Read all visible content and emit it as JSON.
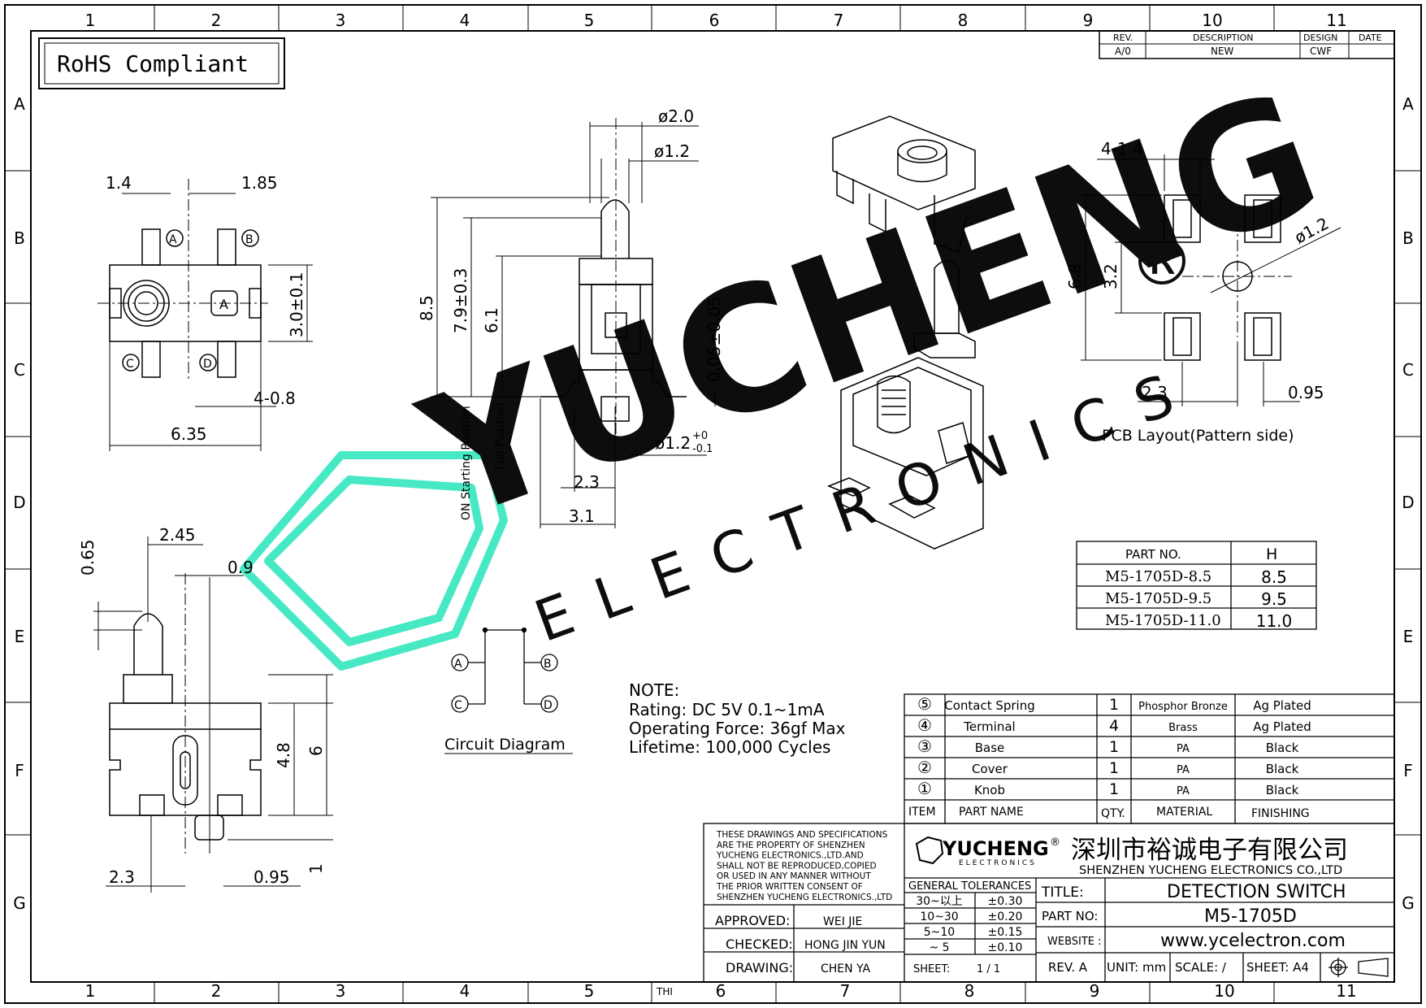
{
  "frame": {
    "cols": [
      "1",
      "2",
      "3",
      "4",
      "5",
      "6",
      "7",
      "8",
      "9",
      "10",
      "11"
    ],
    "rows": [
      "A",
      "B",
      "C",
      "D",
      "E",
      "F",
      "G"
    ],
    "bottom_cols": [
      "1",
      "2",
      "3",
      "4",
      "5",
      "6",
      "7",
      "8",
      "9",
      "10",
      "11"
    ],
    "bottom_note": "THI"
  },
  "rohs": "RoHS Compliant",
  "revision": {
    "headers": [
      "REV.",
      "DESCRIPTION",
      "DESIGN",
      "DATE"
    ],
    "row": [
      "A/0",
      "NEW",
      "CWF",
      ""
    ]
  },
  "top_view": {
    "dims": [
      "1.4",
      "1.85",
      "3.0±0.1",
      "4-0.8",
      "6.35"
    ],
    "pins": [
      "A",
      "B",
      "C",
      "D"
    ],
    "mark": "A"
  },
  "side_view": {
    "dims": [
      "ø2.0",
      "ø1.2",
      "8.5",
      "7.9±0.3",
      "6.1",
      "0.05±0.05",
      "ø1.2",
      "+0",
      "-0.1",
      "2.3",
      "3.1"
    ],
    "labels": [
      "ON Starting Position",
      "Full Position"
    ]
  },
  "front_view": {
    "dims": [
      "0.65",
      "2.45",
      "0.9",
      "4.8",
      "6",
      "1",
      "2.3",
      "0.95"
    ]
  },
  "pcb": {
    "dims": [
      "4-1.4",
      "6.8",
      "3.2",
      "ø1.2",
      "2.3",
      "0.95"
    ],
    "caption": "PCB Layout(Pattern side)",
    "reg": "®"
  },
  "circuit": {
    "pins": [
      "A",
      "B",
      "C",
      "D"
    ],
    "caption": "Circuit Diagram"
  },
  "note": {
    "title": "NOTE:",
    "lines": [
      "Rating: DC 5V 0.1~1mA",
      "Operating Force: 36gf Max",
      "Lifetime: 100,000 Cycles"
    ]
  },
  "parts_table": {
    "headers": [
      "PART NO.",
      "H"
    ],
    "rows": [
      [
        "M5-1705D-8.5",
        "8.5"
      ],
      [
        "M5-1705D-9.5",
        "9.5"
      ],
      [
        "M5-1705D-11.0",
        "11.0"
      ]
    ]
  },
  "bom": {
    "rows": [
      {
        "item": "⑤",
        "name": "Contact Spring",
        "qty": "1",
        "material": "Phosphor Bronze",
        "finish": "Ag Plated"
      },
      {
        "item": "④",
        "name": "Terminal",
        "qty": "4",
        "material": "Brass",
        "finish": "Ag Plated"
      },
      {
        "item": "③",
        "name": "Base",
        "qty": "1",
        "material": "PA",
        "finish": "Black"
      },
      {
        "item": "②",
        "name": "Cover",
        "qty": "1",
        "material": "PA",
        "finish": "Black"
      },
      {
        "item": "①",
        "name": "Knob",
        "qty": "1",
        "material": "PA",
        "finish": "Black"
      }
    ],
    "headers": {
      "item": "ITEM",
      "name": "PART NAME",
      "qty": "QTY.",
      "material": "MATERIAL",
      "finish": "FINISHING"
    }
  },
  "title_block": {
    "disclaimer": [
      "THESE DRAWINGS AND SPECIFICATIONS",
      "ARE THE PROPERTY OF SHENZHEN",
      "YUCHENG ELECTRONICS.,LTD.AND",
      "SHALL NOT BE REPRODUCED,COPIED",
      "OR USED IN ANY MANNER WITHOUT",
      "THE PRIOR WRITTEN CONSENT OF",
      "SHENZHEN YUCHENG ELECTRONICS.,LTD"
    ],
    "logo_main": "YUCHENG",
    "logo_sub": "ELECTRONICS",
    "company_cn": "深圳市裕诚电子有限公司",
    "company_en": "SHENZHEN YUCHENG ELECTRONICS CO.,LTD",
    "tolerance_title": "GENERAL TOLERANCES",
    "tolerances": [
      [
        "30~以上",
        "±0.30"
      ],
      [
        "10~30",
        "±0.20"
      ],
      [
        "5~10",
        "±0.15"
      ],
      [
        "~ 5",
        "±0.10"
      ]
    ],
    "approved_label": "APPROVED:",
    "approved": "WEI JIE",
    "checked_label": "CHECKED:",
    "checked": "HONG JIN YUN",
    "drawing_label": "DRAWING:",
    "drawing": "CHEN YA",
    "sheet_label": "SHEET:",
    "sheet": "1 / 1",
    "title_label": "TITLE:",
    "title": "DETECTION SWITCH",
    "part_label": "PART NO:",
    "part": "M5-1705D",
    "website_label": "WEBSITE :",
    "website": "www.ycelectron.com",
    "rev": "REV. A",
    "unit": "UNIT: mm",
    "scale": "SCALE: /",
    "sheet_size": "SHEET: A4"
  },
  "watermark": {
    "main": "YUCHENG",
    "sub": "ELECTRONICS",
    "color": "#3ee8c2"
  }
}
